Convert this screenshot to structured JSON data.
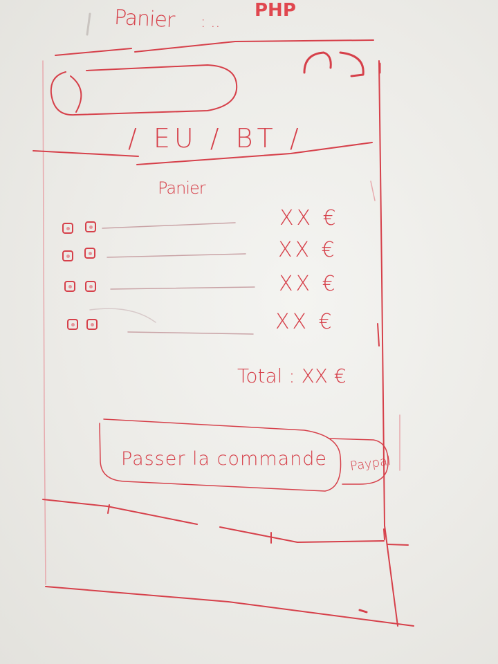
{
  "page": {
    "title": "Panier",
    "separator": ": ..",
    "tech": "PHP"
  },
  "breadcrumb": "/ EU / BT /",
  "cart": {
    "heading": "Panier",
    "items": [
      {
        "price": "XX €"
      },
      {
        "price": "XX €"
      },
      {
        "price": "XX €"
      },
      {
        "price": "XX €"
      }
    ],
    "total": "Total : XX €"
  },
  "actions": {
    "checkout_label": "Passer la commande",
    "paypal_label": "Paypal"
  },
  "colors": {
    "ink": "#d6404a",
    "board": "#efeeea"
  }
}
